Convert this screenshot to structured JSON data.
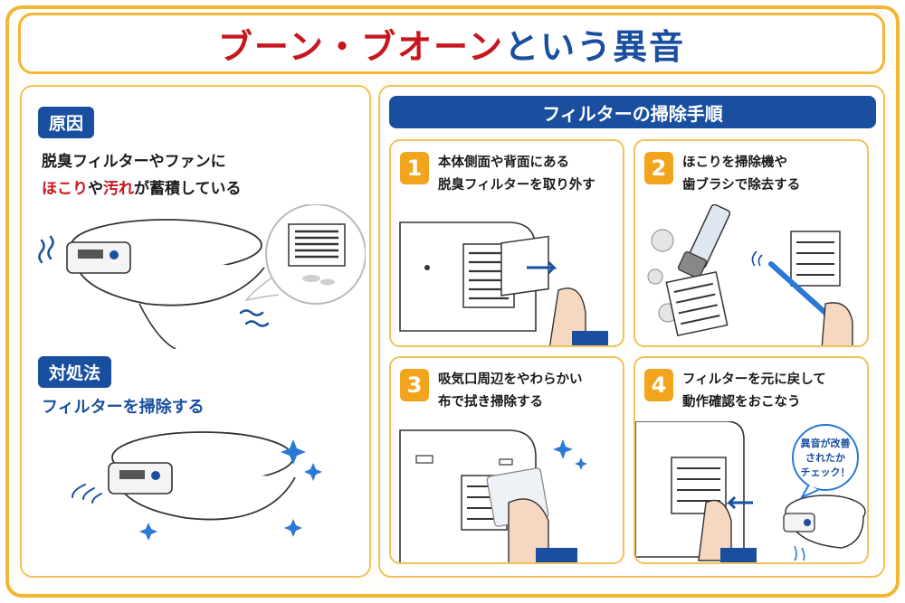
{
  "title": {
    "part_red": "ブーン・ブオーン",
    "part_blue": "という異音"
  },
  "cause": {
    "tag": "原因",
    "line1": "脱臭フィルターやファンに",
    "line2_red1": "ほこり",
    "line2_mid": "や",
    "line2_red2": "汚れ",
    "line2_end": "が蓄積している"
  },
  "fix": {
    "tag": "対処法",
    "text": "フィルターを掃除する"
  },
  "procedure": {
    "header": "フィルターの掃除手順",
    "steps": [
      {
        "num": "1",
        "line1": "本体側面や背面にある",
        "line2": "脱臭フィルターを取り外す"
      },
      {
        "num": "2",
        "line1": "ほこりを掃除機や",
        "line2": "歯ブラシで除去する"
      },
      {
        "num": "3",
        "line1": "吸気口周辺をやわらかい",
        "line2": "布で拭き掃除する"
      },
      {
        "num": "4",
        "line1": "フィルターを元に戻して",
        "line2": "動作確認をおこなう"
      }
    ],
    "bubble": {
      "line1": "異音が改善",
      "line2": "されたか",
      "line3": "チェック！"
    }
  },
  "colors": {
    "accent_yellow": "#f2b632",
    "brand_blue": "#1a4fa0",
    "alert_red": "#c8161d",
    "step_orange": "#f2a41c"
  }
}
